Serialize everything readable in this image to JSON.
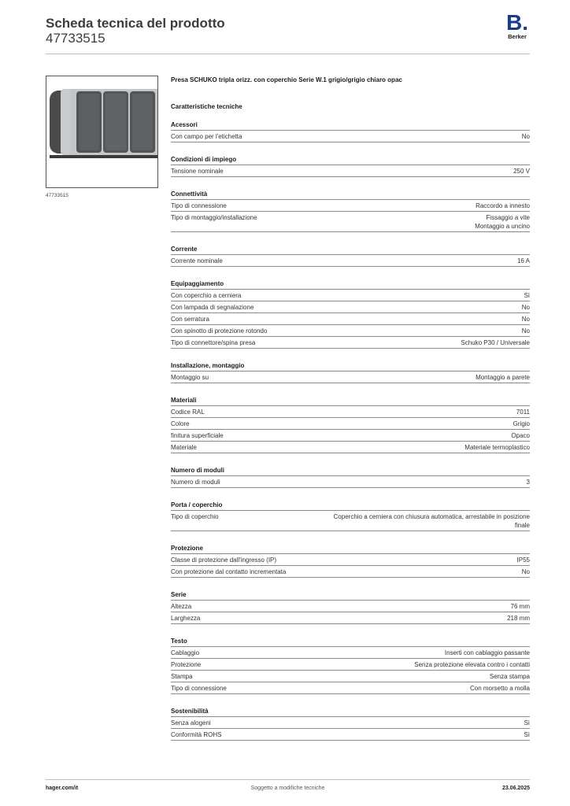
{
  "header": {
    "title": "Scheda tecnica del prodotto",
    "code": "47733515",
    "logo_mark": "B.",
    "logo_text": "Berker"
  },
  "image": {
    "caption": "47733515"
  },
  "product_name": "Presa SCHUKO tripla orizz. con coperchio Serie W.1 grigio/grigio chiaro opac",
  "tech_heading": "Caratteristiche tecniche",
  "sections": [
    {
      "title": "Acessori",
      "rows": [
        {
          "label": "Con campo per l'etichetta",
          "value": "No"
        }
      ]
    },
    {
      "title": "Condizioni di impiego",
      "rows": [
        {
          "label": "Tensione nominale",
          "value": "250 V"
        }
      ]
    },
    {
      "title": "Connettività",
      "rows": [
        {
          "label": "Tipo di connessione",
          "value": "Raccordo a innesto"
        },
        {
          "label": "Tipo di montaggio/installazione",
          "value": "Fissaggio a vite\nMontaggio a uncino"
        }
      ]
    },
    {
      "title": "Corrente",
      "rows": [
        {
          "label": "Corrente nominale",
          "value": "16 A"
        }
      ]
    },
    {
      "title": "Equipaggiamento",
      "rows": [
        {
          "label": "Con coperchio a cerniera",
          "value": "Sì"
        },
        {
          "label": "Con lampada di segnalazione",
          "value": "No"
        },
        {
          "label": "Con serratura",
          "value": "No"
        },
        {
          "label": "Con spinotto di protezione rotondo",
          "value": "No"
        },
        {
          "label": "Tipo di connettore/spina presa",
          "value": "Schuko P30 / Universale"
        }
      ]
    },
    {
      "title": "Installazione, montaggio",
      "rows": [
        {
          "label": "Montaggio su",
          "value": "Montaggio a parete"
        }
      ]
    },
    {
      "title": "Materiali",
      "rows": [
        {
          "label": "Codice RAL",
          "value": "7011"
        },
        {
          "label": "Colore",
          "value": "Grigio"
        },
        {
          "label": "finitura superficiale",
          "value": "Opaco"
        },
        {
          "label": "Materiale",
          "value": "Materiale termoplastico"
        }
      ]
    },
    {
      "title": "Numero di moduli",
      "rows": [
        {
          "label": "Numero di moduli",
          "value": "3"
        }
      ]
    },
    {
      "title": "Porta / coperchio",
      "rows": [
        {
          "label": "Tipo di coperchio",
          "value": "Coperchio a cerniera con chiusura automatica, arrestabile in posizione finale"
        }
      ]
    },
    {
      "title": "Protezione",
      "rows": [
        {
          "label": "Classe di protezione dall'ingresso (IP)",
          "value": "IP55"
        },
        {
          "label": "Con protezione dal contatto incrementata",
          "value": "No"
        }
      ]
    },
    {
      "title": "Serie",
      "rows": [
        {
          "label": "Altezza",
          "value": "76 mm"
        },
        {
          "label": "Larghezza",
          "value": "218 mm"
        }
      ]
    },
    {
      "title": "Testo",
      "rows": [
        {
          "label": "Cablaggio",
          "value": "Inserti con cablaggio passante"
        },
        {
          "label": "Protezione",
          "value": "Senza protezione elevata contro i contatti"
        },
        {
          "label": "Stampa",
          "value": "Senza stampa"
        },
        {
          "label": "Tipo di connessione",
          "value": "Con morsetto a molla"
        }
      ]
    },
    {
      "title": "Sostenibilità",
      "rows": [
        {
          "label": "Senza alogeni",
          "value": "Sì"
        },
        {
          "label": "Conformità ROHS",
          "value": "Sì"
        }
      ]
    }
  ],
  "footer": {
    "left": "hager.com/it",
    "center": "Soggetto a modifiche tecniche",
    "right": "23.06.2025"
  }
}
